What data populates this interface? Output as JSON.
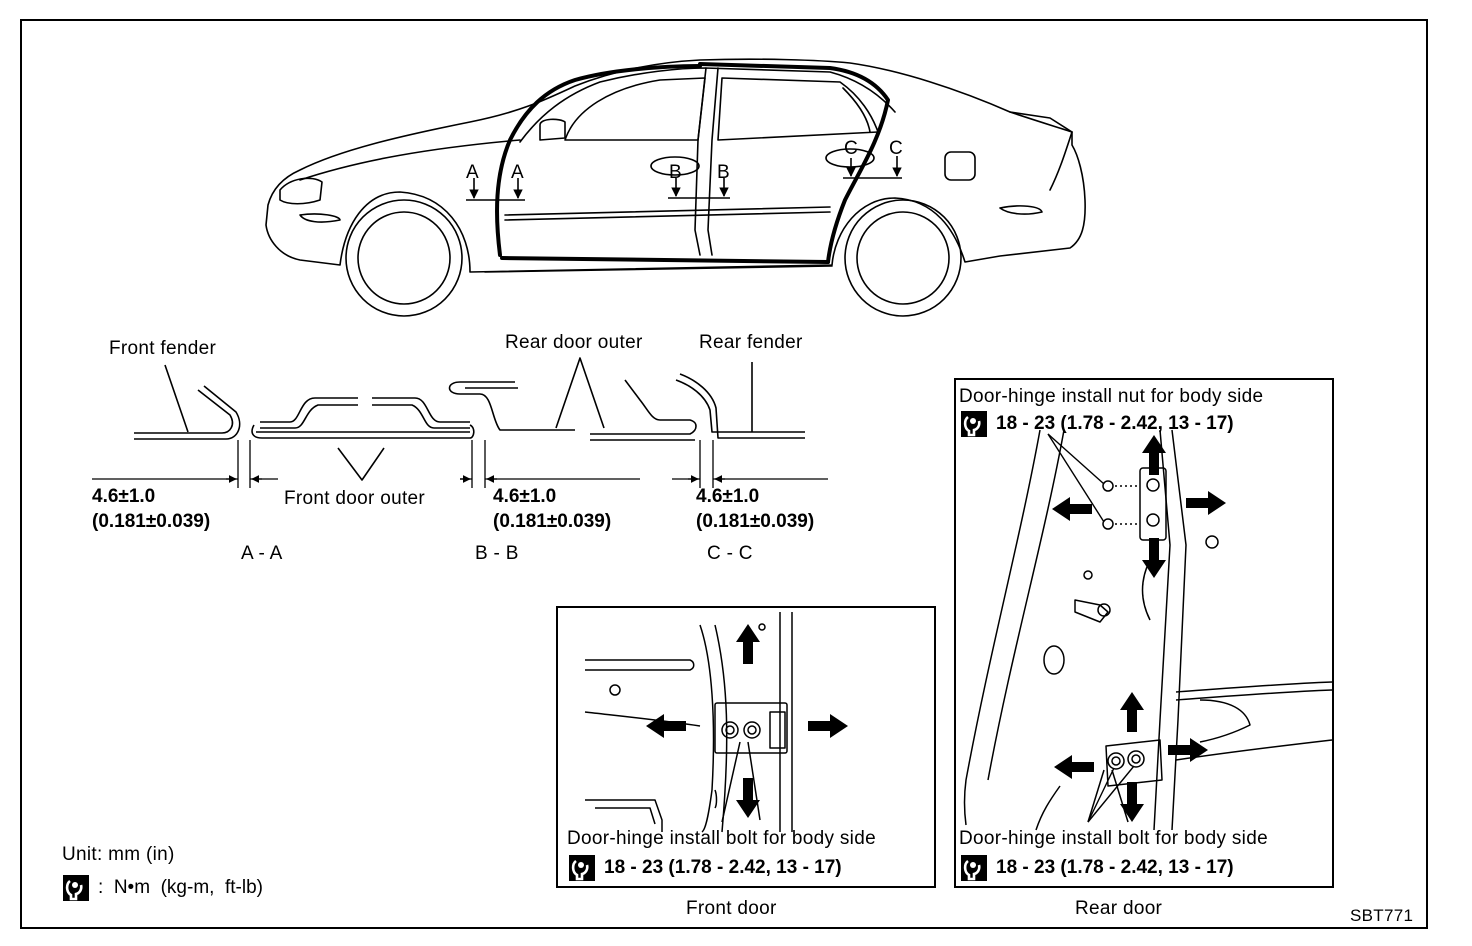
{
  "labels": {
    "front_fender": "Front fender",
    "rear_door_outer": "Rear door outer",
    "rear_fender": "Rear fender",
    "front_door_outer": "Front door outer",
    "section_a": "A",
    "section_b": "B",
    "section_c": "C"
  },
  "dimensions": [
    {
      "mm": "4.6±1.0",
      "inch": "(0.181±0.039)",
      "section": "A - A"
    },
    {
      "mm": "4.6±1.0",
      "inch": "(0.181±0.039)",
      "section": "B - B"
    },
    {
      "mm": "4.6±1.0",
      "inch": "(0.181±0.039)",
      "section": "C - C"
    }
  ],
  "front_door_panel": {
    "bolt_label": "Door-hinge install bolt for body side",
    "torque": "18 - 23 (1.78 - 2.42, 13 - 17)",
    "caption": "Front door"
  },
  "rear_door_panel": {
    "nut_label": "Door-hinge install nut for body side",
    "nut_torque": "18 - 23 (1.78 - 2.42, 13 - 17)",
    "bolt_label": "Door-hinge install bolt for body side",
    "bolt_torque": "18 - 23 (1.78 - 2.42, 13 - 17)",
    "caption": "Rear door"
  },
  "legend": {
    "unit": "Unit: mm (in)",
    "torque_unit": ":  N•m  (kg-m,  ft-lb)"
  },
  "figure_code": "SBT771",
  "icons": [
    "torque-wrench-icon",
    "arrow-icon"
  ]
}
